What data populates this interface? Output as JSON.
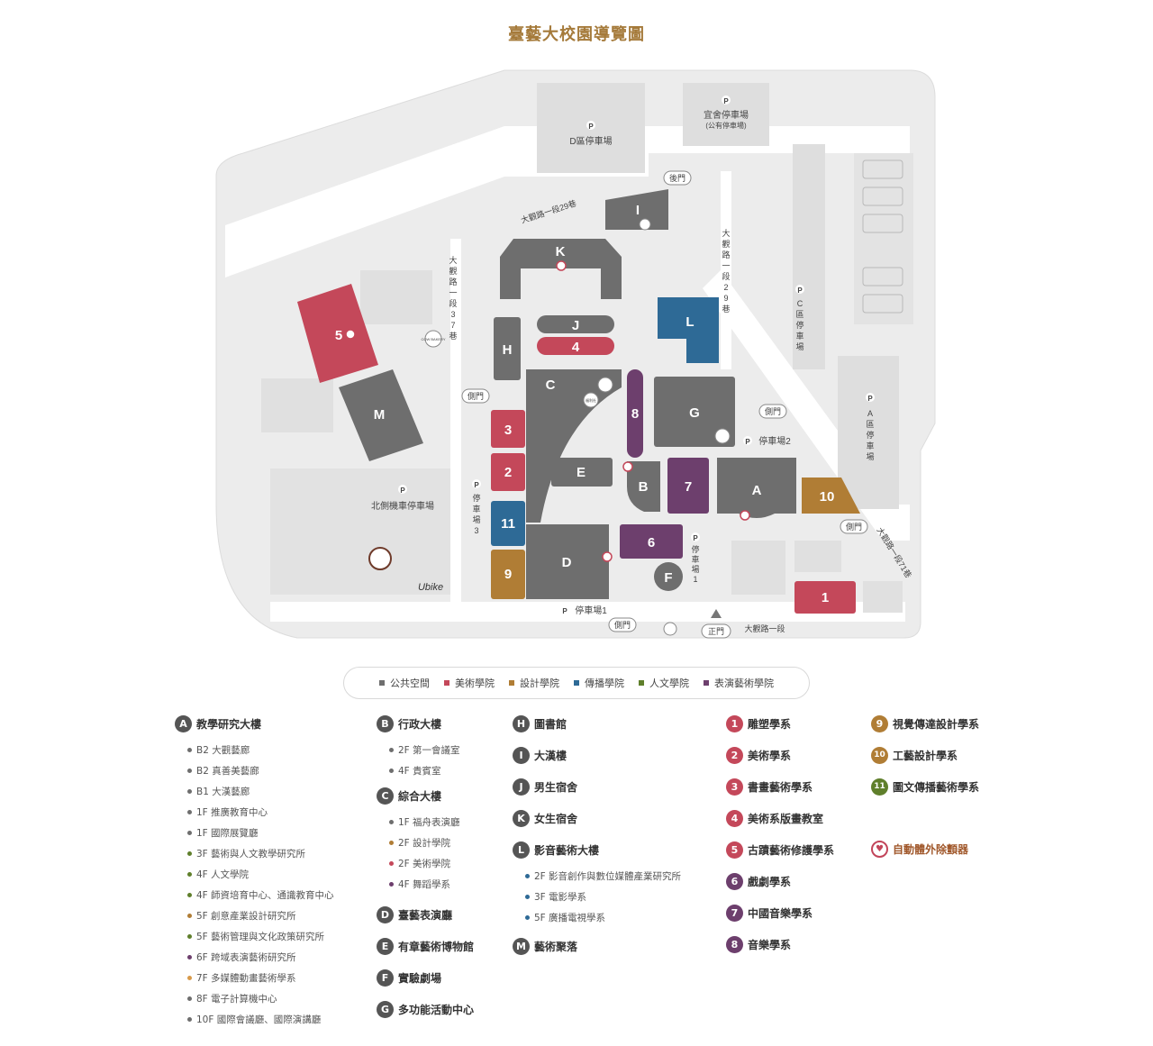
{
  "title": "臺藝大校園導覽圖",
  "colors": {
    "public": "#6e6e6e",
    "fine_arts": "#c4485a",
    "design": "#b07d35",
    "comm": "#2e6a96",
    "humanities": "#5f7f2b",
    "performing": "#6d3f6d",
    "ground": "#ececec",
    "road": "#ffffff"
  },
  "map": {
    "buildings": {
      "K": "K",
      "J": "J",
      "four": "4",
      "H": "H",
      "I": "I",
      "L": "L",
      "five": "5",
      "M": "M",
      "C": "C",
      "eight": "8",
      "G": "G",
      "three": "3",
      "two": "2",
      "E": "E",
      "B": "B",
      "seven": "7",
      "A": "A",
      "ten": "10",
      "eleven": "11",
      "nine": "9",
      "D": "D",
      "six": "6",
      "F": "F",
      "one": "1"
    },
    "parking_symbol": "P",
    "labels": {
      "d_parking": "D區停車場",
      "dorm_parking_1": "宜舍停車場",
      "dorm_parking_2": "(公有停車場)",
      "back_gate": "後門",
      "road_29": "大觀路一段29巷",
      "road_29_v": [
        "大",
        "觀",
        "路",
        "一",
        "段",
        "2",
        "9",
        "巷"
      ],
      "road_37": [
        "大",
        "觀",
        "路",
        "一",
        "段",
        "3",
        "7",
        "巷"
      ],
      "c_parking": [
        "C",
        "區",
        "停",
        "車",
        "場"
      ],
      "a_parking": [
        "A",
        "區",
        "停",
        "車",
        "場"
      ],
      "side_gate": "側門",
      "parking2": "停車場2",
      "parking3": [
        "停",
        "車",
        "場",
        "3"
      ],
      "parking1_v": [
        "停",
        "車",
        "場",
        "1"
      ],
      "parking1": "停車場1",
      "north_moto": "北側機車停車場",
      "main_gate": "正門",
      "road_main": "大觀路一段",
      "road_71": "大觀路一段71巷",
      "cow": "COW BAKERY",
      "ubike": "Ubike",
      "fuhe": "福利社"
    }
  },
  "legend": [
    {
      "label": "公共空間",
      "color": "#6e6e6e"
    },
    {
      "label": "美術學院",
      "color": "#c4485a"
    },
    {
      "label": "設計學院",
      "color": "#b07d35"
    },
    {
      "label": "傳播學院",
      "color": "#2e6a96"
    },
    {
      "label": "人文學院",
      "color": "#5f7f2b"
    },
    {
      "label": "表演藝術學院",
      "color": "#6d3f6d"
    }
  ],
  "directory": {
    "col1": {
      "A": {
        "badge": "A",
        "name": "教學研究大樓",
        "items": [
          {
            "text": "B2 大觀藝廊",
            "color": "#6e6e6e"
          },
          {
            "text": "B2 真善美藝廊",
            "color": "#6e6e6e"
          },
          {
            "text": "B1 大漢藝廊",
            "color": "#6e6e6e"
          },
          {
            "text": "1F 推廣教育中心",
            "color": "#6e6e6e"
          },
          {
            "text": "1F 國際展覽廳",
            "color": "#6e6e6e"
          },
          {
            "text": "3F 藝術與人文教學研究所",
            "color": "#5f7f2b"
          },
          {
            "text": "4F 人文學院",
            "color": "#5f7f2b"
          },
          {
            "text": "4F 師資培育中心、通識教育中心",
            "color": "#5f7f2b"
          },
          {
            "text": "5F 創意產業設計研究所",
            "color": "#b07d35"
          },
          {
            "text": "5F 藝術管理與文化政策研究所",
            "color": "#5f7f2b"
          },
          {
            "text": "6F 跨域表演藝術研究所",
            "color": "#6d3f6d"
          },
          {
            "text": "7F 多媒體動畫藝術學系",
            "color": "#d89a4a"
          },
          {
            "text": "8F 電子計算機中心",
            "color": "#6e6e6e"
          },
          {
            "text": "10F 國際會議廳、國際演講廳",
            "color": "#6e6e6e"
          }
        ]
      }
    },
    "col2": {
      "B": {
        "badge": "B",
        "name": "行政大樓",
        "items": [
          {
            "text": "2F 第一會議室",
            "color": "#6e6e6e"
          },
          {
            "text": "4F 貴賓室",
            "color": "#6e6e6e"
          }
        ]
      },
      "C": {
        "badge": "C",
        "name": "綜合大樓",
        "items": [
          {
            "text": "1F 福舟表演廳",
            "color": "#6e6e6e"
          },
          {
            "text": "2F 設計學院",
            "color": "#b07d35"
          },
          {
            "text": "2F 美術學院",
            "color": "#c4485a"
          },
          {
            "text": "4F 舞蹈學系",
            "color": "#6d3f6d"
          }
        ]
      },
      "D": {
        "badge": "D",
        "name": "臺藝表演廳"
      },
      "E": {
        "badge": "E",
        "name": "有章藝術博物館"
      },
      "F": {
        "badge": "F",
        "name": "實驗劇場"
      },
      "G": {
        "badge": "G",
        "name": "多功能活動中心"
      }
    },
    "col3": {
      "H": {
        "badge": "H",
        "name": "圖書館"
      },
      "I": {
        "badge": "I",
        "name": "大漢樓"
      },
      "J": {
        "badge": "J",
        "name": "男生宿舍"
      },
      "K": {
        "badge": "K",
        "name": "女生宿舍"
      },
      "L": {
        "badge": "L",
        "name": "影音藝術大樓",
        "items": [
          {
            "text": "2F 影音創作與數位媒體產業研究所",
            "color": "#2e6a96"
          },
          {
            "text": "3F 電影學系",
            "color": "#2e6a96"
          },
          {
            "text": "5F 廣播電視學系",
            "color": "#2e6a96"
          }
        ]
      },
      "M": {
        "badge": "M",
        "name": "藝術聚落"
      }
    },
    "col4": [
      {
        "badge": "1",
        "name": "雕塑學系",
        "color": "#c4485a"
      },
      {
        "badge": "2",
        "name": "美術學系",
        "color": "#c4485a"
      },
      {
        "badge": "3",
        "name": "書畫藝術學系",
        "color": "#c4485a"
      },
      {
        "badge": "4",
        "name": "美術系版畫教室",
        "color": "#c4485a"
      },
      {
        "badge": "5",
        "name": "古蹟藝術修護學系",
        "color": "#c4485a"
      },
      {
        "badge": "6",
        "name": "戲劇學系",
        "color": "#6d3f6d"
      },
      {
        "badge": "7",
        "name": "中國音樂學系",
        "color": "#6d3f6d"
      },
      {
        "badge": "8",
        "name": "音樂學系",
        "color": "#6d3f6d"
      }
    ],
    "col5": [
      {
        "badge": "9",
        "name": "視覺傳達設計學系",
        "color": "#b07d35"
      },
      {
        "badge": "10",
        "name": "工藝設計學系",
        "color": "#b07d35"
      },
      {
        "badge": "11",
        "name": "圖文傳播藝術學系",
        "color": "#5f7f2b"
      }
    ],
    "aed": {
      "icon": "aed-heart-icon",
      "name": "自動體外除顫器"
    }
  }
}
